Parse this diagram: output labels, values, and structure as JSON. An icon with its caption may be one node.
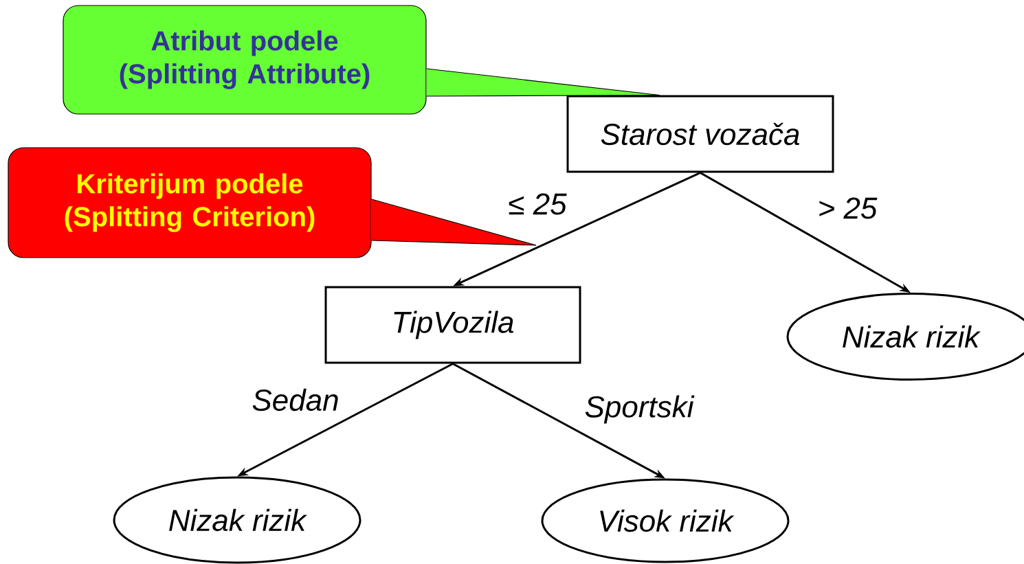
{
  "diagram": {
    "nodes": [
      {
        "text": [
          "Atribut podele (Splitting Attribute)"
        ]
      },
      {
        "text": [
          "Kriterijum podele (Splitting Criterion)"
        ]
      },
      {
        "text": [
          "Starost vozača"
        ]
      },
      {
        "text": [
          "TipVozila"
        ]
      },
      {
        "text": [
          "Nizak rizik"
        ]
      },
      {
        "text": [
          "Nizak rizik"
        ]
      },
      {
        "text": [
          "Visok rizik"
        ]
      }
    ],
    "edges": [
      {
        "from": 0,
        "to": 2,
        "arrow": "none"
      },
      {
        "from": 1,
        "to": null,
        "arrow": "none"
      },
      {
        "from": 2,
        "to": 3,
        "arrow": "to",
        "label": "≤ 25"
      },
      {
        "from": 2,
        "to": 4,
        "arrow": "to",
        "label": "> 25"
      },
      {
        "from": 3,
        "to": 5,
        "arrow": "to",
        "label": "Sedan"
      },
      {
        "from": 3,
        "to": 6,
        "arrow": "to",
        "label": "Sportski"
      }
    ]
  }
}
